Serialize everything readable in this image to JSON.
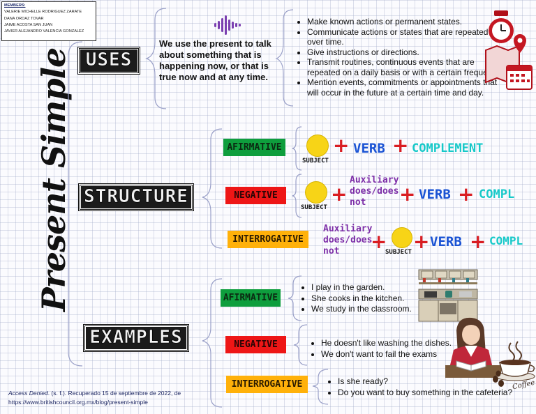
{
  "members": {
    "title": "MEMBERS:",
    "names": [
      "VALERIE MICHELLE RODRIGUEZ ZARATE",
      "DANA ORDAZ TOVAR",
      "JAIME ACOSTA SAN JUAN",
      "JAVIER ALEJANDRO VALENCIA GONZALEZ"
    ]
  },
  "title": "Present Simple",
  "uses": {
    "label": "USES",
    "summary": "We use the present to talk about something that is happening now, or that is true now and at any time.",
    "items": [
      "Make known actions or permanent states.",
      "Communicate actions or states that are repeated over time.",
      "Give instructions or directions.",
      "Transmit routines, continuous events that are repeated on a daily basis or with a certain frequency.",
      "Mention events, commitments or appointments that will occur in the future at a certain time and day."
    ]
  },
  "structure": {
    "label": "STRUCTURE",
    "afirmative": {
      "label": "AFIRMATIVE",
      "subject": "SUBJECT",
      "verb": "VERB",
      "complement": "COMPLEMENT"
    },
    "negative": {
      "label": "NEGATIVE",
      "subject": "SUBJECT",
      "aux1": "Auxiliary",
      "aux2": "does/does",
      "aux3": "not",
      "verb": "VERB",
      "complement": "COMPL"
    },
    "interrogative": {
      "label": "INTERROGATIVE",
      "aux1": "Auxiliary",
      "aux2": "does/does",
      "aux3": "not",
      "subject": "SUBJECT",
      "verb": "VERB",
      "complement": "COMPL"
    }
  },
  "examples": {
    "label": "EXAMPLES",
    "afirmative": {
      "label": "AFIRMATIVE",
      "items": [
        "I play in the garden.",
        "She cooks in the kitchen.",
        "We study in the classroom."
      ]
    },
    "negative": {
      "label": "NEGATIVE",
      "items": [
        "He doesn't like washing the dishes.",
        "We don't want to fail the exams"
      ]
    },
    "interrogative": {
      "label": "INTERROGATIVE",
      "items": [
        "Is she ready?",
        "Do you want to buy something in the cafeteria?"
      ]
    }
  },
  "coffee_label": "Coffee",
  "reference": {
    "line1_italic": "Access Denied",
    "line1_rest": ". (s. f.). Recuperado 15 de septiembre de 2022, de",
    "line2": "https://www.britishcouncil.org.mx/blog/present-simple"
  }
}
